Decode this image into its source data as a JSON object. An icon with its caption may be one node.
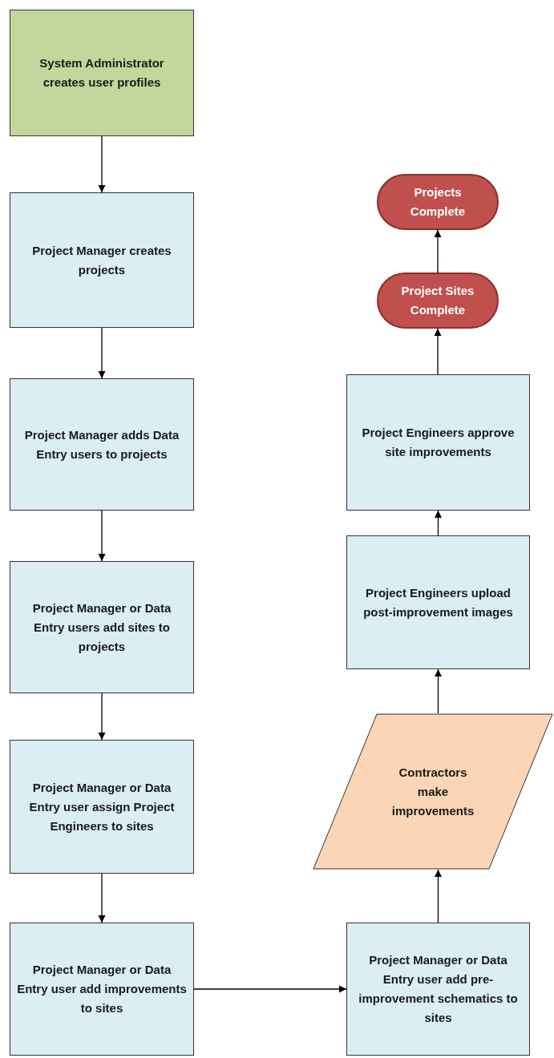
{
  "diagram": {
    "nodes": [
      {
        "text": [
          "System Administrator creates user profiles"
        ]
      },
      {
        "text": [
          "Project Manager creates projects"
        ]
      },
      {
        "text": [
          "Project Manager adds Data Entry users to projects"
        ]
      },
      {
        "text": [
          "Project Manager or Data Entry users add sites to projects"
        ]
      },
      {
        "text": [
          "Project Manager or Data Entry user assign Project Engineers to sites"
        ]
      },
      {
        "text": [
          "Project Manager or Data Entry user add improvements to sites"
        ]
      },
      {
        "text": [
          "Project Manager or Data Entry user add pre-improvement schematics to sites"
        ]
      },
      {
        "text": [
          "Contractors make improvements"
        ]
      },
      {
        "text": [
          "Project Engineers upload post-improvement images"
        ]
      },
      {
        "text": [
          "Project Engineers approve site improvements"
        ]
      },
      {
        "text": [
          "Project Sites Complete"
        ]
      },
      {
        "text": [
          "Projects Complete"
        ]
      }
    ],
    "edges": [
      {
        "from": 0,
        "to": 1,
        "arrow": "to"
      },
      {
        "from": 1,
        "to": 2,
        "arrow": "to"
      },
      {
        "from": 2,
        "to": 3,
        "arrow": "to"
      },
      {
        "from": 3,
        "to": 4,
        "arrow": "to"
      },
      {
        "from": 4,
        "to": 5,
        "arrow": "to"
      },
      {
        "from": 5,
        "to": 6,
        "arrow": "to"
      },
      {
        "from": 6,
        "to": 7,
        "arrow": "to"
      },
      {
        "from": 7,
        "to": 8,
        "arrow": "to"
      },
      {
        "from": 8,
        "to": 9,
        "arrow": "to"
      },
      {
        "from": 9,
        "to": 10,
        "arrow": "to"
      },
      {
        "from": 10,
        "to": 11,
        "arrow": "to"
      }
    ]
  }
}
